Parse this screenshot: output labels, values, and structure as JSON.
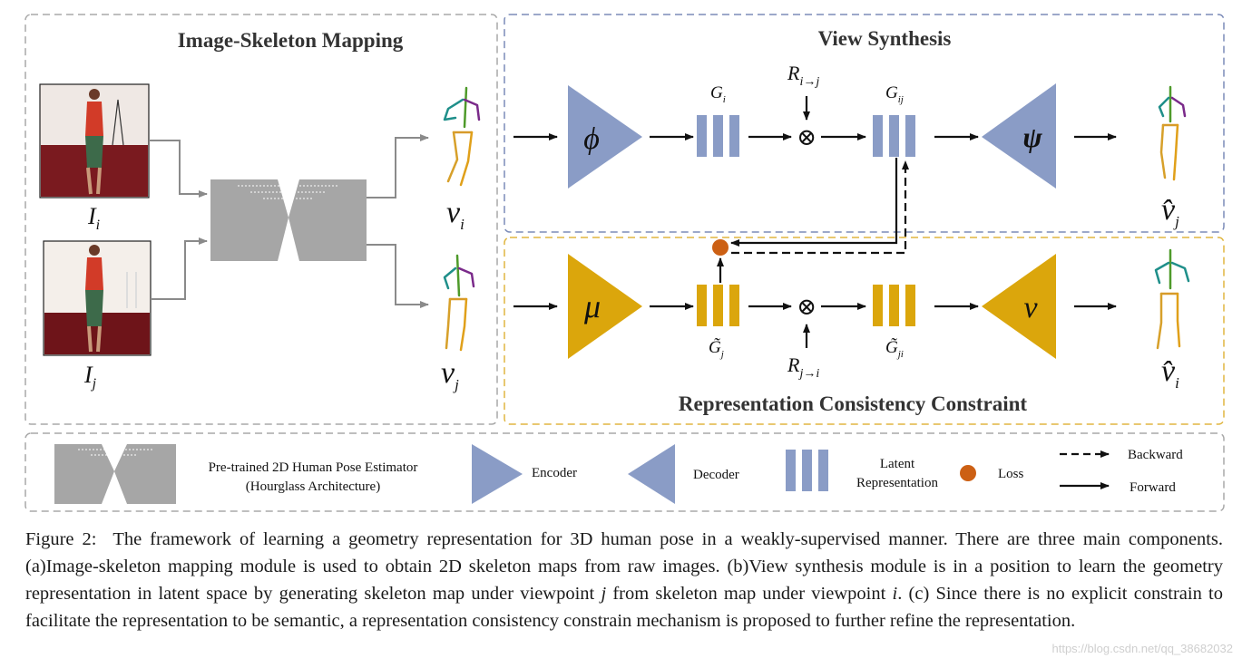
{
  "panels": {
    "mapping_title": "Image-Skeleton Mapping",
    "synthesis_title": "View Synthesis",
    "consistency_title": "Representation Consistency Constraint"
  },
  "labels": {
    "img_i": "I",
    "img_i_sub": "i",
    "img_j": "I",
    "img_j_sub": "j",
    "v_i": "v",
    "v_i_sub": "i",
    "v_j": "v",
    "v_j_sub": "j",
    "vhat_j": "v̂",
    "vhat_j_sub": "j",
    "vhat_i": "v̂",
    "vhat_i_sub": "i",
    "phi": "ϕ",
    "psi": "ψ",
    "mu": "μ",
    "nu": "ν",
    "G_i": "G",
    "G_i_sub": "i",
    "G_ij": "G",
    "G_ij_sub": "ij",
    "Gt_j": "G̃",
    "Gt_j_sub": "j",
    "Gt_ji": "G̃",
    "Gt_ji_sub": "ji",
    "R_ij": "R",
    "R_ij_sub": "i→j",
    "R_ji": "R",
    "R_ji_sub": "j→i",
    "otimes": "⊗"
  },
  "legend": {
    "pose_estimator_line1": "Pre-trained  2D Human  Pose Estimator",
    "pose_estimator_line2": "(Hourglass Architecture)",
    "encoder": "Encoder",
    "decoder": "Decoder",
    "latent_line1": "Latent",
    "latent_line2": "Representation",
    "loss": "Loss",
    "backward": "Backward",
    "forward": "Forward"
  },
  "caption": {
    "lead": "Figure 2:",
    "text_1": "The framework of learning a geometry representation for 3D human pose in a weakly-supervised manner. There are three main components. (a)Image-skeleton mapping module is used to obtain 2D skeleton maps from raw images. (b)View synthesis module is in a position to learn the geometry representation in latent space by generating skeleton map under viewpoint ",
    "var_j": "j",
    "text_2": " from skeleton map under viewpoint ",
    "var_i": "i",
    "text_3": ". (c) Since there is no explicit constrain to facilitate the representation to be semantic, a representation consistency constrain mechanism is proposed to further refine the representation."
  },
  "watermark": "https://blog.csdn.net/qq_38682032",
  "colors": {
    "encoder_blue": "#8a9cc6",
    "gold": "#dba60c",
    "gray": "#a6a6a6",
    "loss_orange": "#cc6014",
    "panel_border_gray": "#a8a8a8",
    "panel_border_blue": "#7b8bb8",
    "panel_border_gold": "#e0b640"
  }
}
